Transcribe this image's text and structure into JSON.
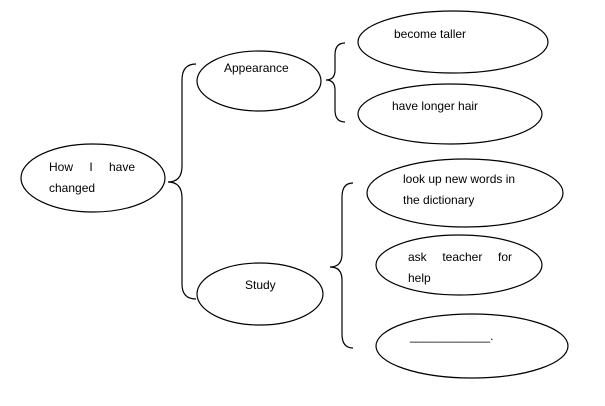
{
  "root": {
    "line1": "How   I   have",
    "line2": "changed"
  },
  "branches": {
    "appearance": {
      "label": "Appearance",
      "items": [
        "become taller",
        "have longer hair"
      ]
    },
    "study": {
      "label": "Study",
      "items": [
        {
          "line1": "look up new words in",
          "line2": "the dictionary"
        },
        {
          "line1": "ask   teacher   for",
          "line2": "help"
        },
        {
          "line1": "____________."
        }
      ]
    }
  },
  "colors": {
    "stroke": "#000000",
    "fill": "#ffffff",
    "text": "#000000"
  }
}
